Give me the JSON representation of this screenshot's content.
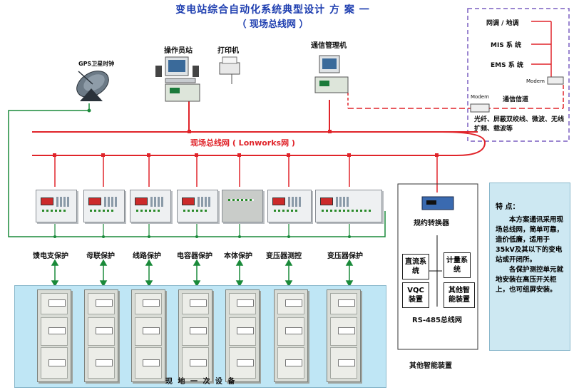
{
  "title": {
    "line1": "变电站综合自动化系统典型设计 方 案 一",
    "line2": "（ 现场总线网 ）"
  },
  "top": {
    "gps": "GPS卫星时钟",
    "operator_station": "操作员站",
    "printer": "打印机",
    "comm_manager": "通信管理机"
  },
  "remote": {
    "net": "网调 / 地调",
    "mis": "MIS 系 统",
    "ems": "EMS 系 统",
    "modem1": "Modem",
    "modem2": "Modem",
    "channel": "通信信道",
    "channel_desc": "光纤、屏蔽双绞线、微波、无线扩频、载波等"
  },
  "bus": {
    "label": "现场总线网 ( Lonworks网 )"
  },
  "devices": [
    "馈电支保护",
    "母联保护",
    "线路保护",
    "电容器保护",
    "本体保护",
    "变压器测控",
    "变压器保护"
  ],
  "converter": "规约转换器",
  "smart": {
    "dc": "直流系统",
    "meter": "计量系统",
    "vqc": "VQC装置",
    "other_smart": "其他智能装置",
    "rs485": "RS-485总线网",
    "caption": "其他智能装置"
  },
  "primary_caption": "现 地 一 次 设 备",
  "features": {
    "heading": "特 点：",
    "p1": "本方案通讯采用现场总线网，简单可靠，造价低廉，适用于35kV及其以下的变电站或开闭所。",
    "p2": "各保护测控单元就地安装在高压开关柜上，也可组屏安装。"
  },
  "colors": {
    "bus": "#e0242a",
    "link": "#1a8a3a",
    "title": "#1f3fb0",
    "panel": "#cde8f2",
    "dash": "#7a5fc0"
  }
}
